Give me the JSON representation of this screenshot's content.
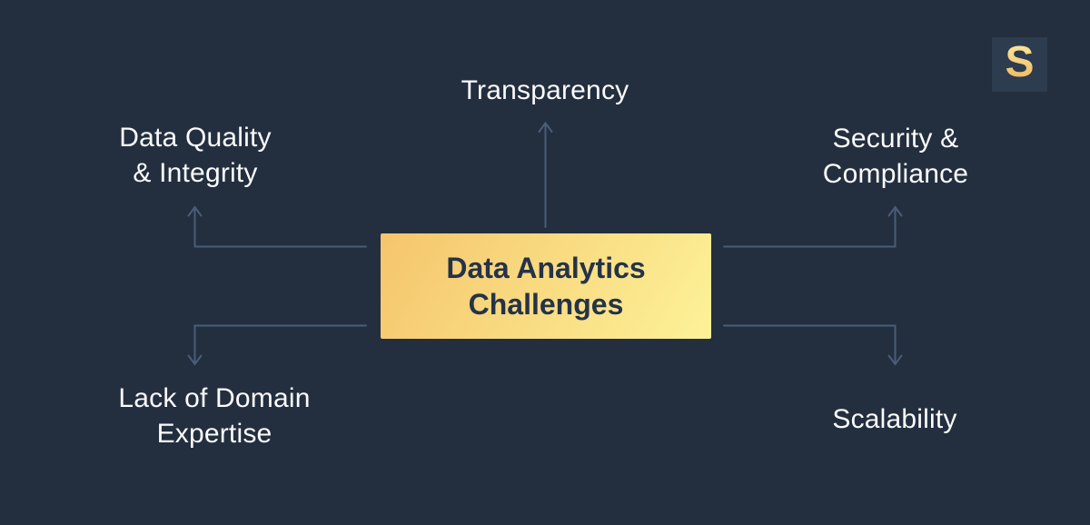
{
  "page": {
    "background": "#232F3F"
  },
  "logo": {
    "letter": "S",
    "background": "#2E3C4F",
    "color": "#F3CC74"
  },
  "diagram": {
    "title": "Data Analytics Challenges",
    "connector_color": "#4A5D77",
    "label_color": "#FAFBFC",
    "center": {
      "label": "Data Analytics\nChallenges",
      "gradient_start": "#F5C56C",
      "gradient_end": "#FDF298",
      "text_color": "#253349"
    },
    "nodes": [
      {
        "id": "transparency",
        "label": "Transparency",
        "position": "top"
      },
      {
        "id": "data-quality-integrity",
        "label": "Data Quality\n& Integrity",
        "position": "top-left"
      },
      {
        "id": "security-compliance",
        "label": "Security &\nCompliance",
        "position": "top-right"
      },
      {
        "id": "lack-of-domain-expertise",
        "label": "Lack of Domain\nExpertise",
        "position": "bottom-left"
      },
      {
        "id": "scalability",
        "label": "Scalability",
        "position": "bottom-right"
      }
    ]
  }
}
